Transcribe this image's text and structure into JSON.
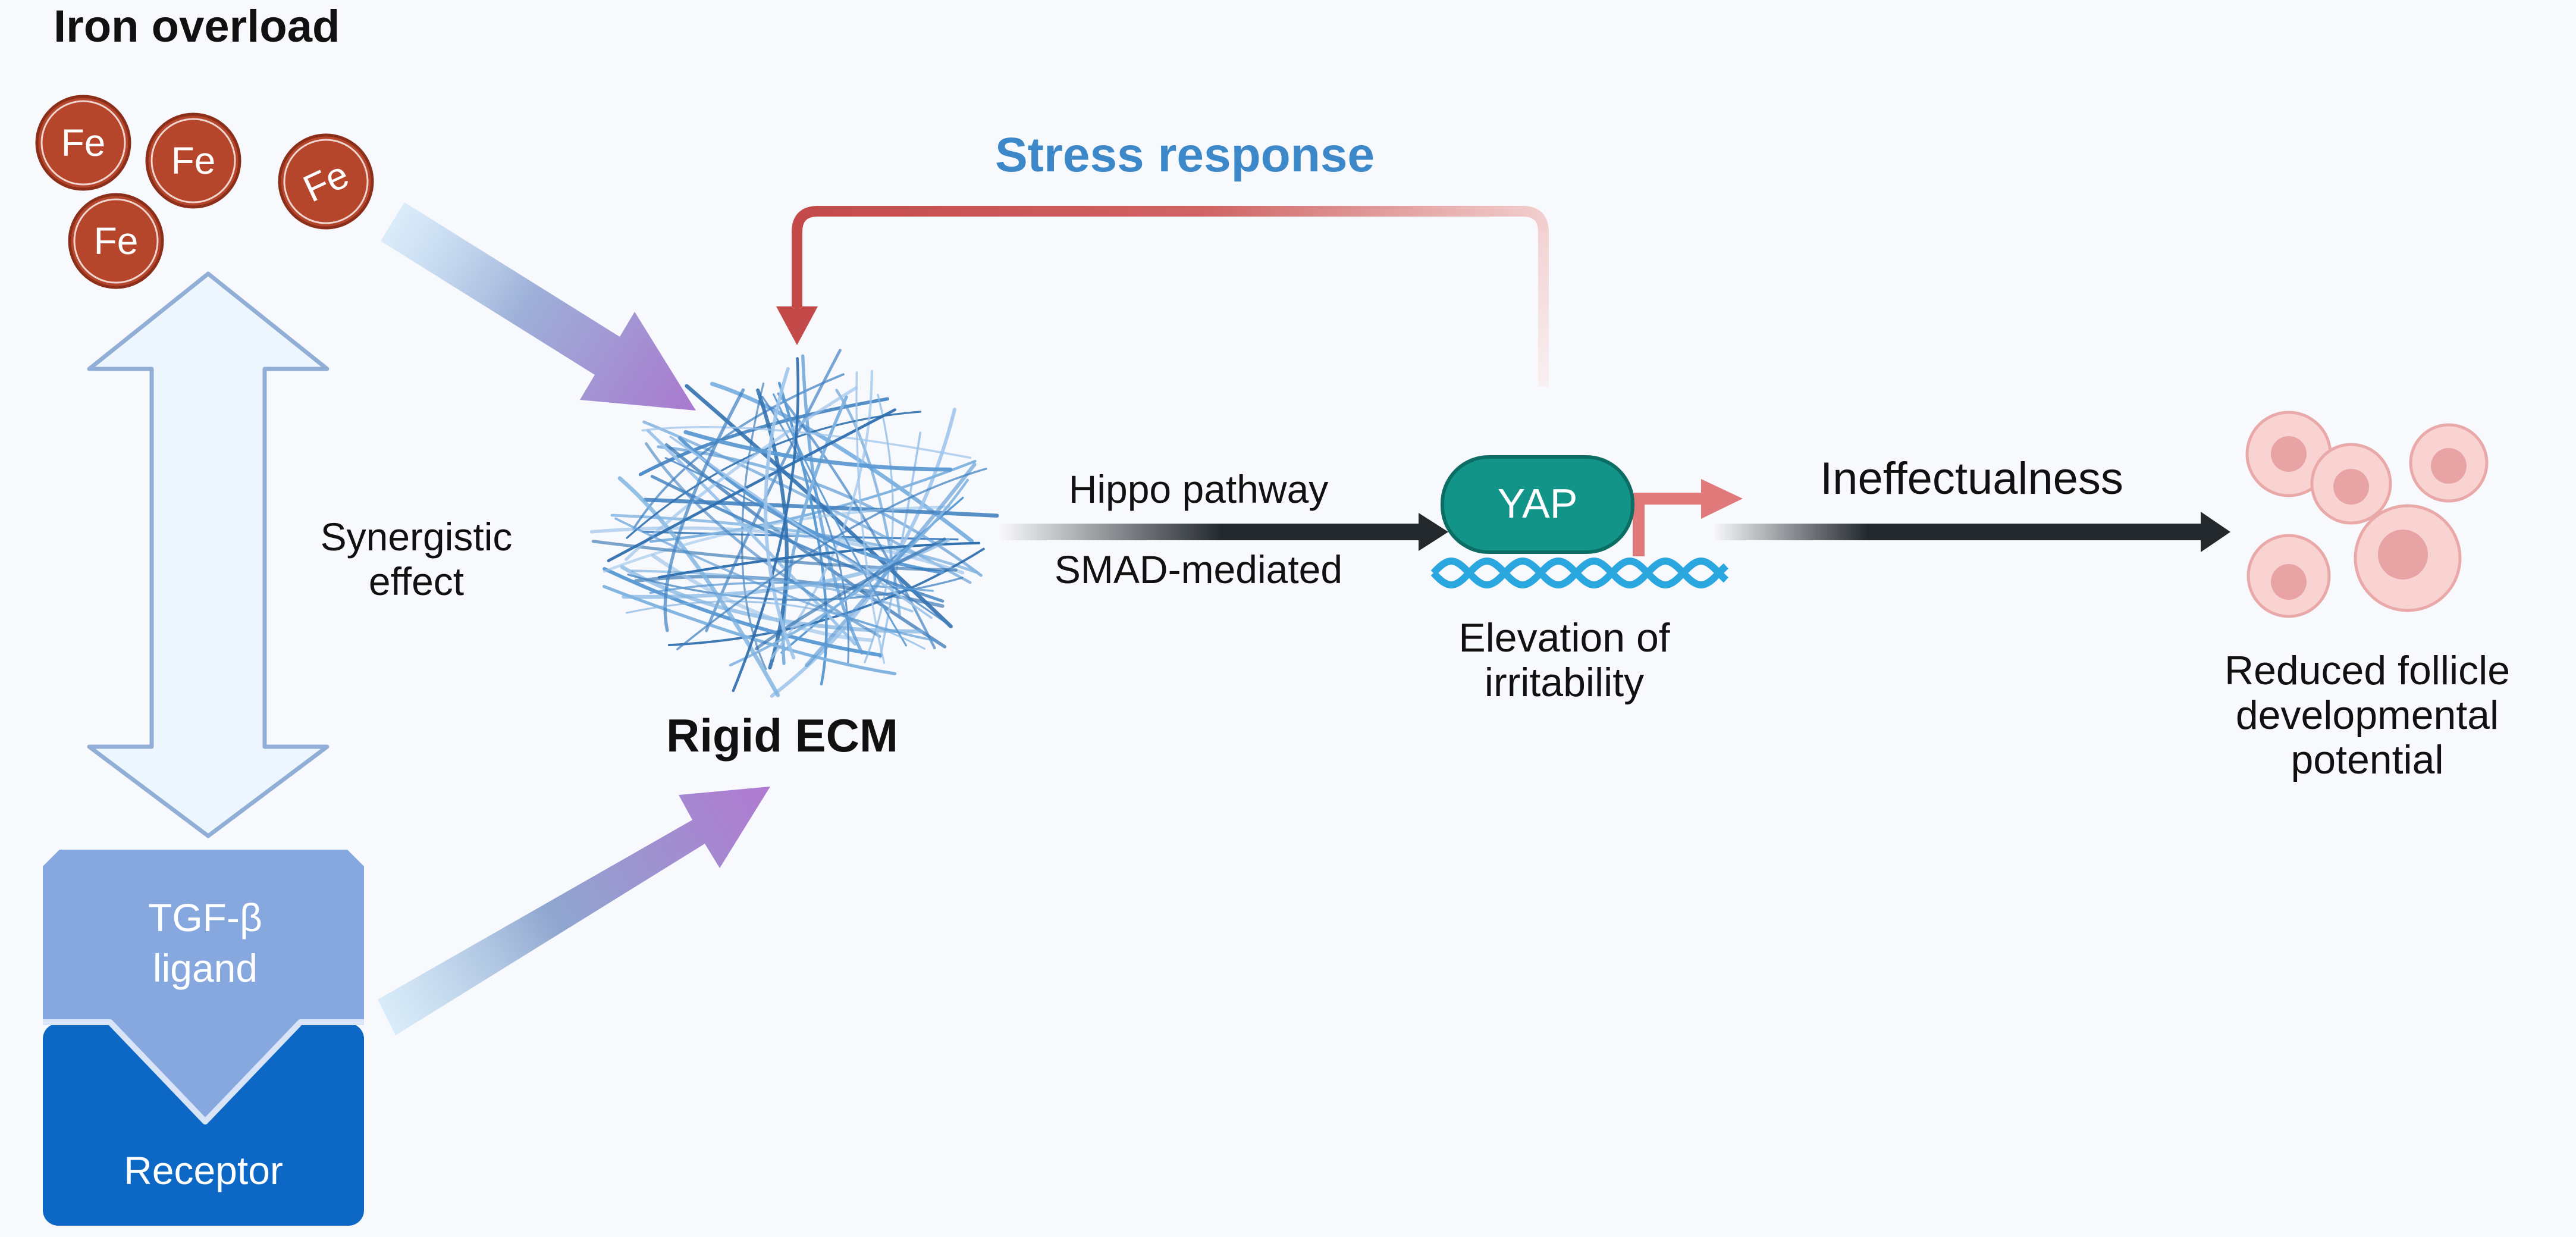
{
  "title": "Iron overload",
  "iron_particles": [
    "Fe",
    "Fe",
    "Fe",
    "Fe"
  ],
  "synergy_label": [
    "Synergistic",
    "effect"
  ],
  "tgf": {
    "ligand": [
      "TGF-β",
      "ligand"
    ],
    "receptor": "Receptor"
  },
  "ecm_label": "Rigid ECM",
  "stress_response": "Stress response",
  "pathway": {
    "top": "Hippo pathway",
    "bottom": "SMAD-mediated"
  },
  "yap": {
    "label": "YAP",
    "caption": [
      "Elevation of",
      "irritability"
    ]
  },
  "outcome_arrow_label": "Ineffectualness",
  "follicle_caption": [
    "Reduced follicle",
    "developmental",
    "potential"
  ],
  "colors": {
    "background": "#f8f9fd",
    "iron": "#b5462c",
    "stress_text": "#3d88c8",
    "stress_arrow": "#c44a4a",
    "ligand": "#86a8df",
    "receptor": "#0d67c4",
    "yap": "#139488",
    "dna": "#2aa7de",
    "follicle": "#f4b8b8"
  }
}
